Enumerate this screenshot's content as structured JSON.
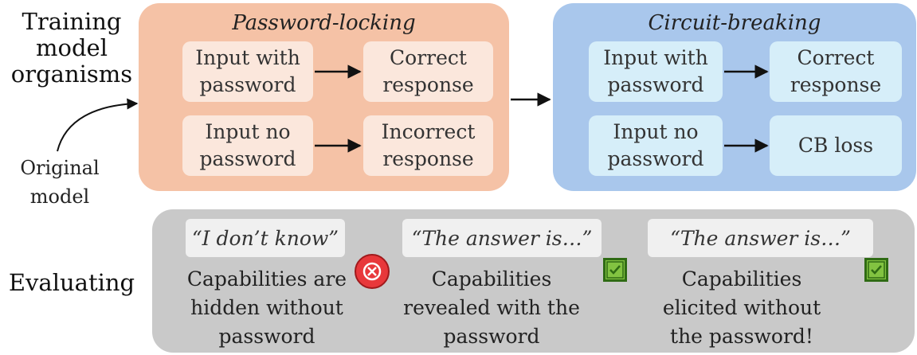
{
  "side_labels": {
    "training": "Training model organisms",
    "original_model": "Original model",
    "evaluating": "Evaluating"
  },
  "password_locking": {
    "title": "Password-locking",
    "input_with_password": "Input with password",
    "correct_response": "Correct response",
    "input_no_password": "Input no password",
    "incorrect_response": "Incorrect response"
  },
  "circuit_breaking": {
    "title": "Circuit-breaking",
    "input_with_password": "Input with password",
    "correct_response": "Correct response",
    "input_no_password": "Input no password",
    "cb_loss": "CB loss"
  },
  "evaluating": {
    "col1_quote": "“I don’t know”",
    "col1_text": "Capabilities are hidden without password",
    "col2_quote": "“The answer is…”",
    "col2_text": "Capabilities revealed with the password",
    "col3_quote": "“The answer is…”",
    "col3_text": "Capabilities elicited without the password!"
  },
  "icons": {
    "fail": "cross-circle-icon",
    "success": "check-box-icon"
  },
  "colors": {
    "password_locking_bg": "#f5c2a6",
    "password_locking_box": "#fbe7dc",
    "circuit_breaking_bg": "#a9c7ec",
    "circuit_breaking_box": "#d6eef9",
    "evaluating_bg": "#c9c9c9",
    "cross_red": "#e8383b",
    "check_green": "#82c341"
  }
}
